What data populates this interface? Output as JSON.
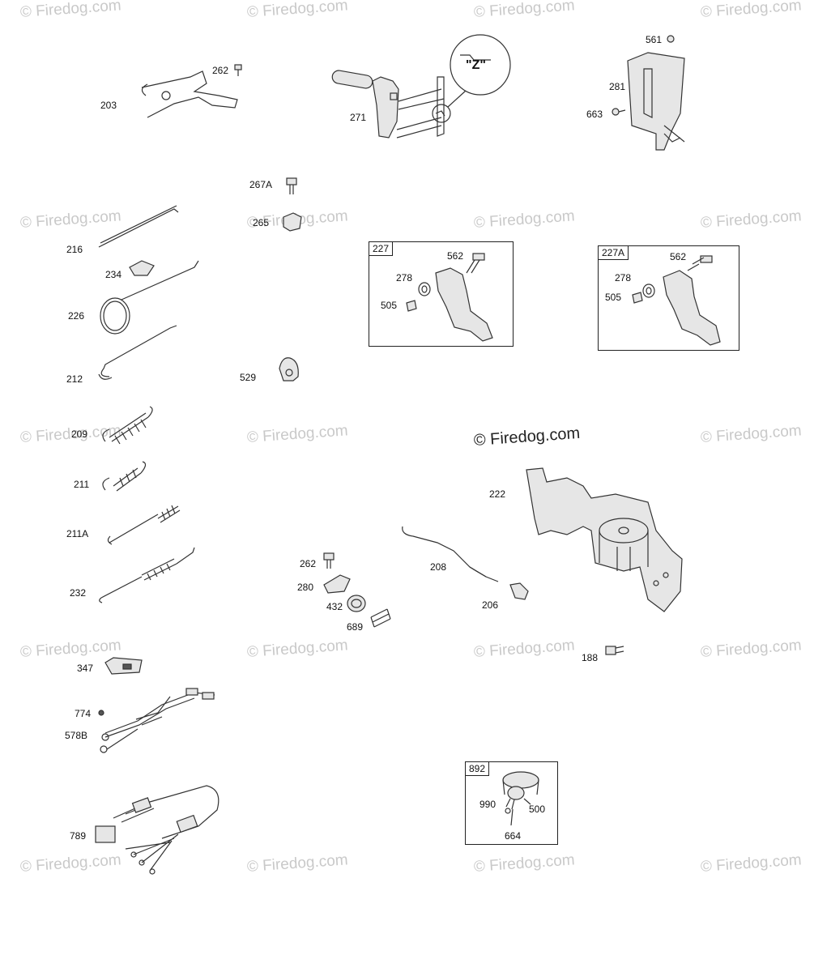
{
  "watermark": "© Firedog.com",
  "center_watermark": "© Firedog.com",
  "z_callout": "\"Z\"",
  "parts": {
    "p262a": "262",
    "p203": "203",
    "p271": "271",
    "p561": "561",
    "p281": "281",
    "p663": "663",
    "p267A": "267A",
    "p265": "265",
    "p216": "216",
    "p234": "234",
    "p226": "226",
    "p212": "212",
    "p529": "529",
    "p209": "209",
    "p211": "211",
    "p211A": "211A",
    "p232": "232",
    "p347": "347",
    "p774": "774",
    "p578B": "578B",
    "p789": "789",
    "p222": "222",
    "p208": "208",
    "p206": "206",
    "p262b": "262",
    "p280": "280",
    "p432": "432",
    "p689": "689",
    "p188": "188"
  },
  "box227": {
    "tag": "227",
    "p562": "562",
    "p278": "278",
    "p505": "505"
  },
  "box227A": {
    "tag": "227A",
    "p562": "562",
    "p278": "278",
    "p505": "505"
  },
  "box892": {
    "tag": "892",
    "p990": "990",
    "p500": "500",
    "p664": "664"
  }
}
